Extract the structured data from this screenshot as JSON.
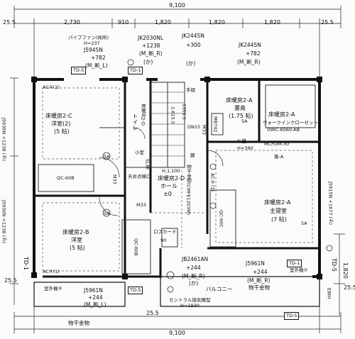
{
  "dimensions": {
    "top_total": "9,100",
    "top_left_margin": "25.5",
    "top_right_margin": "25.5",
    "top_segments": [
      "2,730",
      "910",
      "1,820",
      "1,820",
      "1,820"
    ],
    "bottom_total": "9,100",
    "bottom_margin": "25.5",
    "right_1820": "1,820",
    "left_25_5": "25.5",
    "right_25_5": "25.5"
  },
  "windows": {
    "pipe_fan": "パイプファン(局所)",
    "h237": "H=237",
    "j5945n": "J5945N",
    "j5945n_h": "+782",
    "j5945n_type": "(M_断_L)",
    "jk2030nl": "JK2030NL",
    "jk2030nl_h": "+1238",
    "jk2030nl_type": "(M_断_R)",
    "jk2445n_a": "JK2445N",
    "jk2445n_a_h": "+300",
    "jk2445n_b": "JK2445N",
    "jk2445n_b_h": "+782",
    "jk2445n_b_type": "(M_断_R)",
    "ka": "(か)",
    "j5930n_left_top": "J5930N +1238 (か)",
    "j5930n_left_bottom": "J5930N +1238 (か)",
    "j5915n_right": "J5915N +1677 (か)",
    "jb2461an": "JB2461AN",
    "jb2461an_h": "+244",
    "jb2461an_type": "(M_断_R)",
    "j5961n_a": "J5961N",
    "j5961n_a_h": "+244",
    "j5961n_a_type": "(M_断_R)",
    "j5961n_b": "J5961N",
    "j5961n_b_h": "+244",
    "j5961n_b_type": "(M_断_L)"
  },
  "rooms": {
    "room_2c": "床暖房2-C",
    "room_2c_name": "洋室(2)",
    "room_2c_size": "(5 帖)",
    "room_2b": "床暖房2-B",
    "room_2b_name": "洋室",
    "room_2b_size": "(5 帖)",
    "room_2a_study": "床暖房2-A",
    "room_2a_study_name": "書斎",
    "room_2a_study_size": "(1.75 帖)",
    "room_2a_wic": "床暖房2-A",
    "room_2a_wic_name": "ウォークインクローゼット",
    "room_2a_wic_code": "OWC-6060-AB",
    "room_2a_main": "床暖房2-A",
    "room_2a_main_name": "主寝室",
    "room_2a_main_size": "(7 帖)",
    "hall": "床暖房2-D",
    "hall_name": "ホール",
    "hall_level": "±0",
    "toilet": "トイレ",
    "toilet_code": "床暖房2-D",
    "small_room": "小室",
    "balcony": "バルコニー",
    "drying": "物干金物",
    "drying_2": "物干金物",
    "drying_hall": "物干金物(CMFE1203M)",
    "central_vent": "セントラル換気機型",
    "central_vent_h": "H=1930"
  },
  "labels": {
    "td5_tl": "TD-5",
    "td1_t": "TD-1",
    "td1_l": "TD-1",
    "td5_b": "TD-5",
    "td5_br": "TD-5",
    "td1_br": "TD-1",
    "td5_r": "TD-5",
    "ac4": "AC④(2)",
    "ac3": "AC③(1)",
    "ac2": "AC②(1)",
    "qc60b_a": "QC-60B",
    "qc60b_b": "QC-60B",
    "qc60c": "QC-60C",
    "m33_a": "M33",
    "m33_b": "M33",
    "m33_c": "M33",
    "mb742": "MB742",
    "dn15": "DN15",
    "stair_1355": "1355.5",
    "stair_2615": "2,615.5",
    "handrail": "手摺",
    "h1100": "H,1,100",
    "ceiling_hatch": "天井点検口",
    "box_90": "90",
    "box_90_lbl": "ロスカード",
    "wall_h390": "H=390",
    "wall_lbl": "ﾀﾚ壁",
    "mcf": "MCFDM-30",
    "shia": "施-A",
    "outdoor_3": "室外機③",
    "outdoor_2": "室外機②",
    "ewh": "EWH",
    "a5a_1": "5A",
    "a5a_2": "5A",
    "a5a_3": "5A",
    "a5a_4": "5A",
    "sunlight": "SL庇",
    "key": "鍵"
  }
}
